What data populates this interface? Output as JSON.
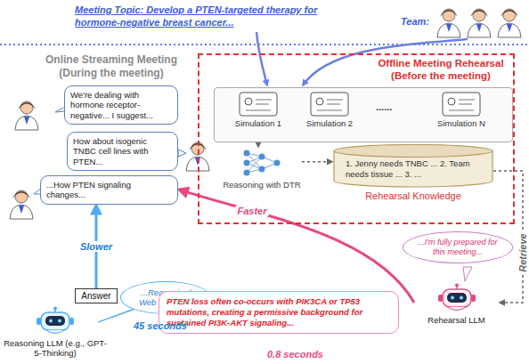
{
  "diagram": {
    "nodes": [
      {
        "text": [
          "We're dealing with hormone receptor-negative... I suggest..."
        ]
      },
      {
        "text": [
          "How about isogenic TNBC cell lines with PTEN..."
        ]
      },
      {
        "text": [
          "...How PTEN signaling changes..."
        ]
      },
      {
        "text": [
          "Offline Meeting Rehearsal (Before the meeting)"
        ]
      },
      {
        "text": [
          "Simulation 1"
        ],
        "in": 3
      },
      {
        "text": [
          "Simulation 2"
        ],
        "in": 3
      },
      {
        "text": [
          "Simulation N"
        ],
        "in": 3
      },
      {
        "text": [
          "Reasoning with DTR"
        ],
        "in": 3
      },
      {
        "text": [
          "1. Jenny needs TNBC ... 2. Team needs tissue ... 3. ...",
          "Rehearsal Knowledge"
        ],
        "in": 3
      },
      {
        "text": [
          "Answer"
        ]
      },
      {
        "text": [
          "...Reasoning/ Web Search..."
        ]
      },
      {
        "text": [
          "Reasoning LLM (e.g., GPT-5-Thinking)"
        ]
      },
      {
        "text": [
          "PTEN loss often co-occurs with PIK3CA or TP53 mutations, creating a permissive background for sustained PI3K-AKT signaling..."
        ]
      },
      {
        "text": [
          "Rehearsal LLM"
        ]
      },
      {
        "text": [
          "...I'm fully prepared for this meeting..."
        ]
      }
    ],
    "edges": [
      {
        "from": 4,
        "to": 7,
        "arrow": "to"
      },
      {
        "from": 7,
        "to": 8,
        "arrow": "to"
      },
      {
        "from": 8,
        "to": 13,
        "label": "Retrieve",
        "arrow": "to"
      },
      {
        "from": 13,
        "to": 2,
        "label": "Faster",
        "arrow": "to"
      },
      {
        "from": 9,
        "to": 2,
        "label": "Slower",
        "arrow": "to"
      }
    ],
    "labels": [
      "Meeting Topic: Develop a PTEN-targeted therapy for hormone-negative breast cancer...",
      "Team:",
      "Online Streaming Meeting (During the meeting)",
      "......",
      "45 seconds",
      "0.8 seconds"
    ]
  }
}
